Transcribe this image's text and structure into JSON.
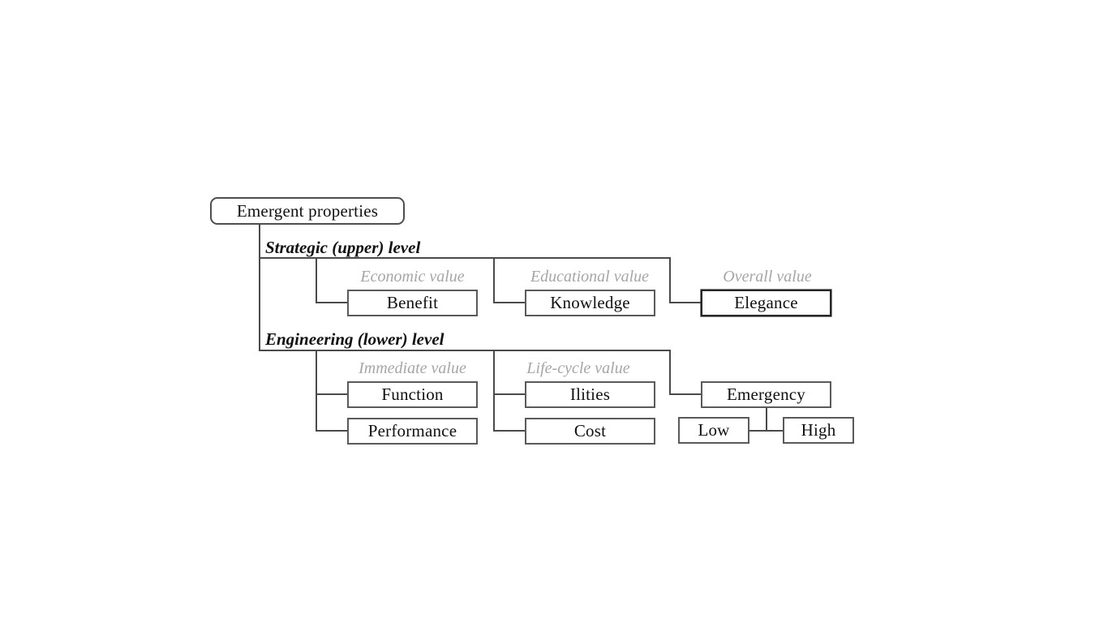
{
  "diagram": {
    "title": "Emergent properties",
    "root": {
      "label": "Emergent properties"
    },
    "levels": [
      {
        "id": "strategic",
        "label": "Strategic (upper) level"
      },
      {
        "id": "engineering",
        "label": "Engineering (lower) level"
      }
    ],
    "groups": [
      {
        "id": "economic",
        "label": "Economic value",
        "level": "strategic"
      },
      {
        "id": "educational",
        "label": "Educational value",
        "level": "strategic"
      },
      {
        "id": "overall",
        "label": "Overall value",
        "level": "strategic"
      },
      {
        "id": "immediate",
        "label": "Immediate value",
        "level": "engineering"
      },
      {
        "id": "lifecycle",
        "label": "Life-cycle value",
        "level": "engineering"
      }
    ],
    "nodes": [
      {
        "id": "benefit",
        "label": "Benefit",
        "group": "economic"
      },
      {
        "id": "knowledge",
        "label": "Knowledge",
        "group": "educational"
      },
      {
        "id": "elegance",
        "label": "Elegance",
        "group": "overall",
        "emphasis": "strong"
      },
      {
        "id": "function",
        "label": "Function",
        "group": "immediate"
      },
      {
        "id": "performance",
        "label": "Performance",
        "group": "immediate"
      },
      {
        "id": "ilities",
        "label": "Ilities",
        "group": "lifecycle"
      },
      {
        "id": "cost",
        "label": "Cost",
        "group": "lifecycle"
      },
      {
        "id": "emergency",
        "label": "Emergency",
        "group": "engineering-overall"
      },
      {
        "id": "low",
        "label": "Low",
        "group": "emergency"
      },
      {
        "id": "high",
        "label": "High",
        "group": "emergency"
      }
    ],
    "colors": {
      "background": "#ffffff",
      "box_border": "#5a5a5a",
      "box_border_strong": "#262626",
      "connector": "#4a4a4a",
      "text": "#111111",
      "group_caption": "#a6a6a6"
    }
  }
}
